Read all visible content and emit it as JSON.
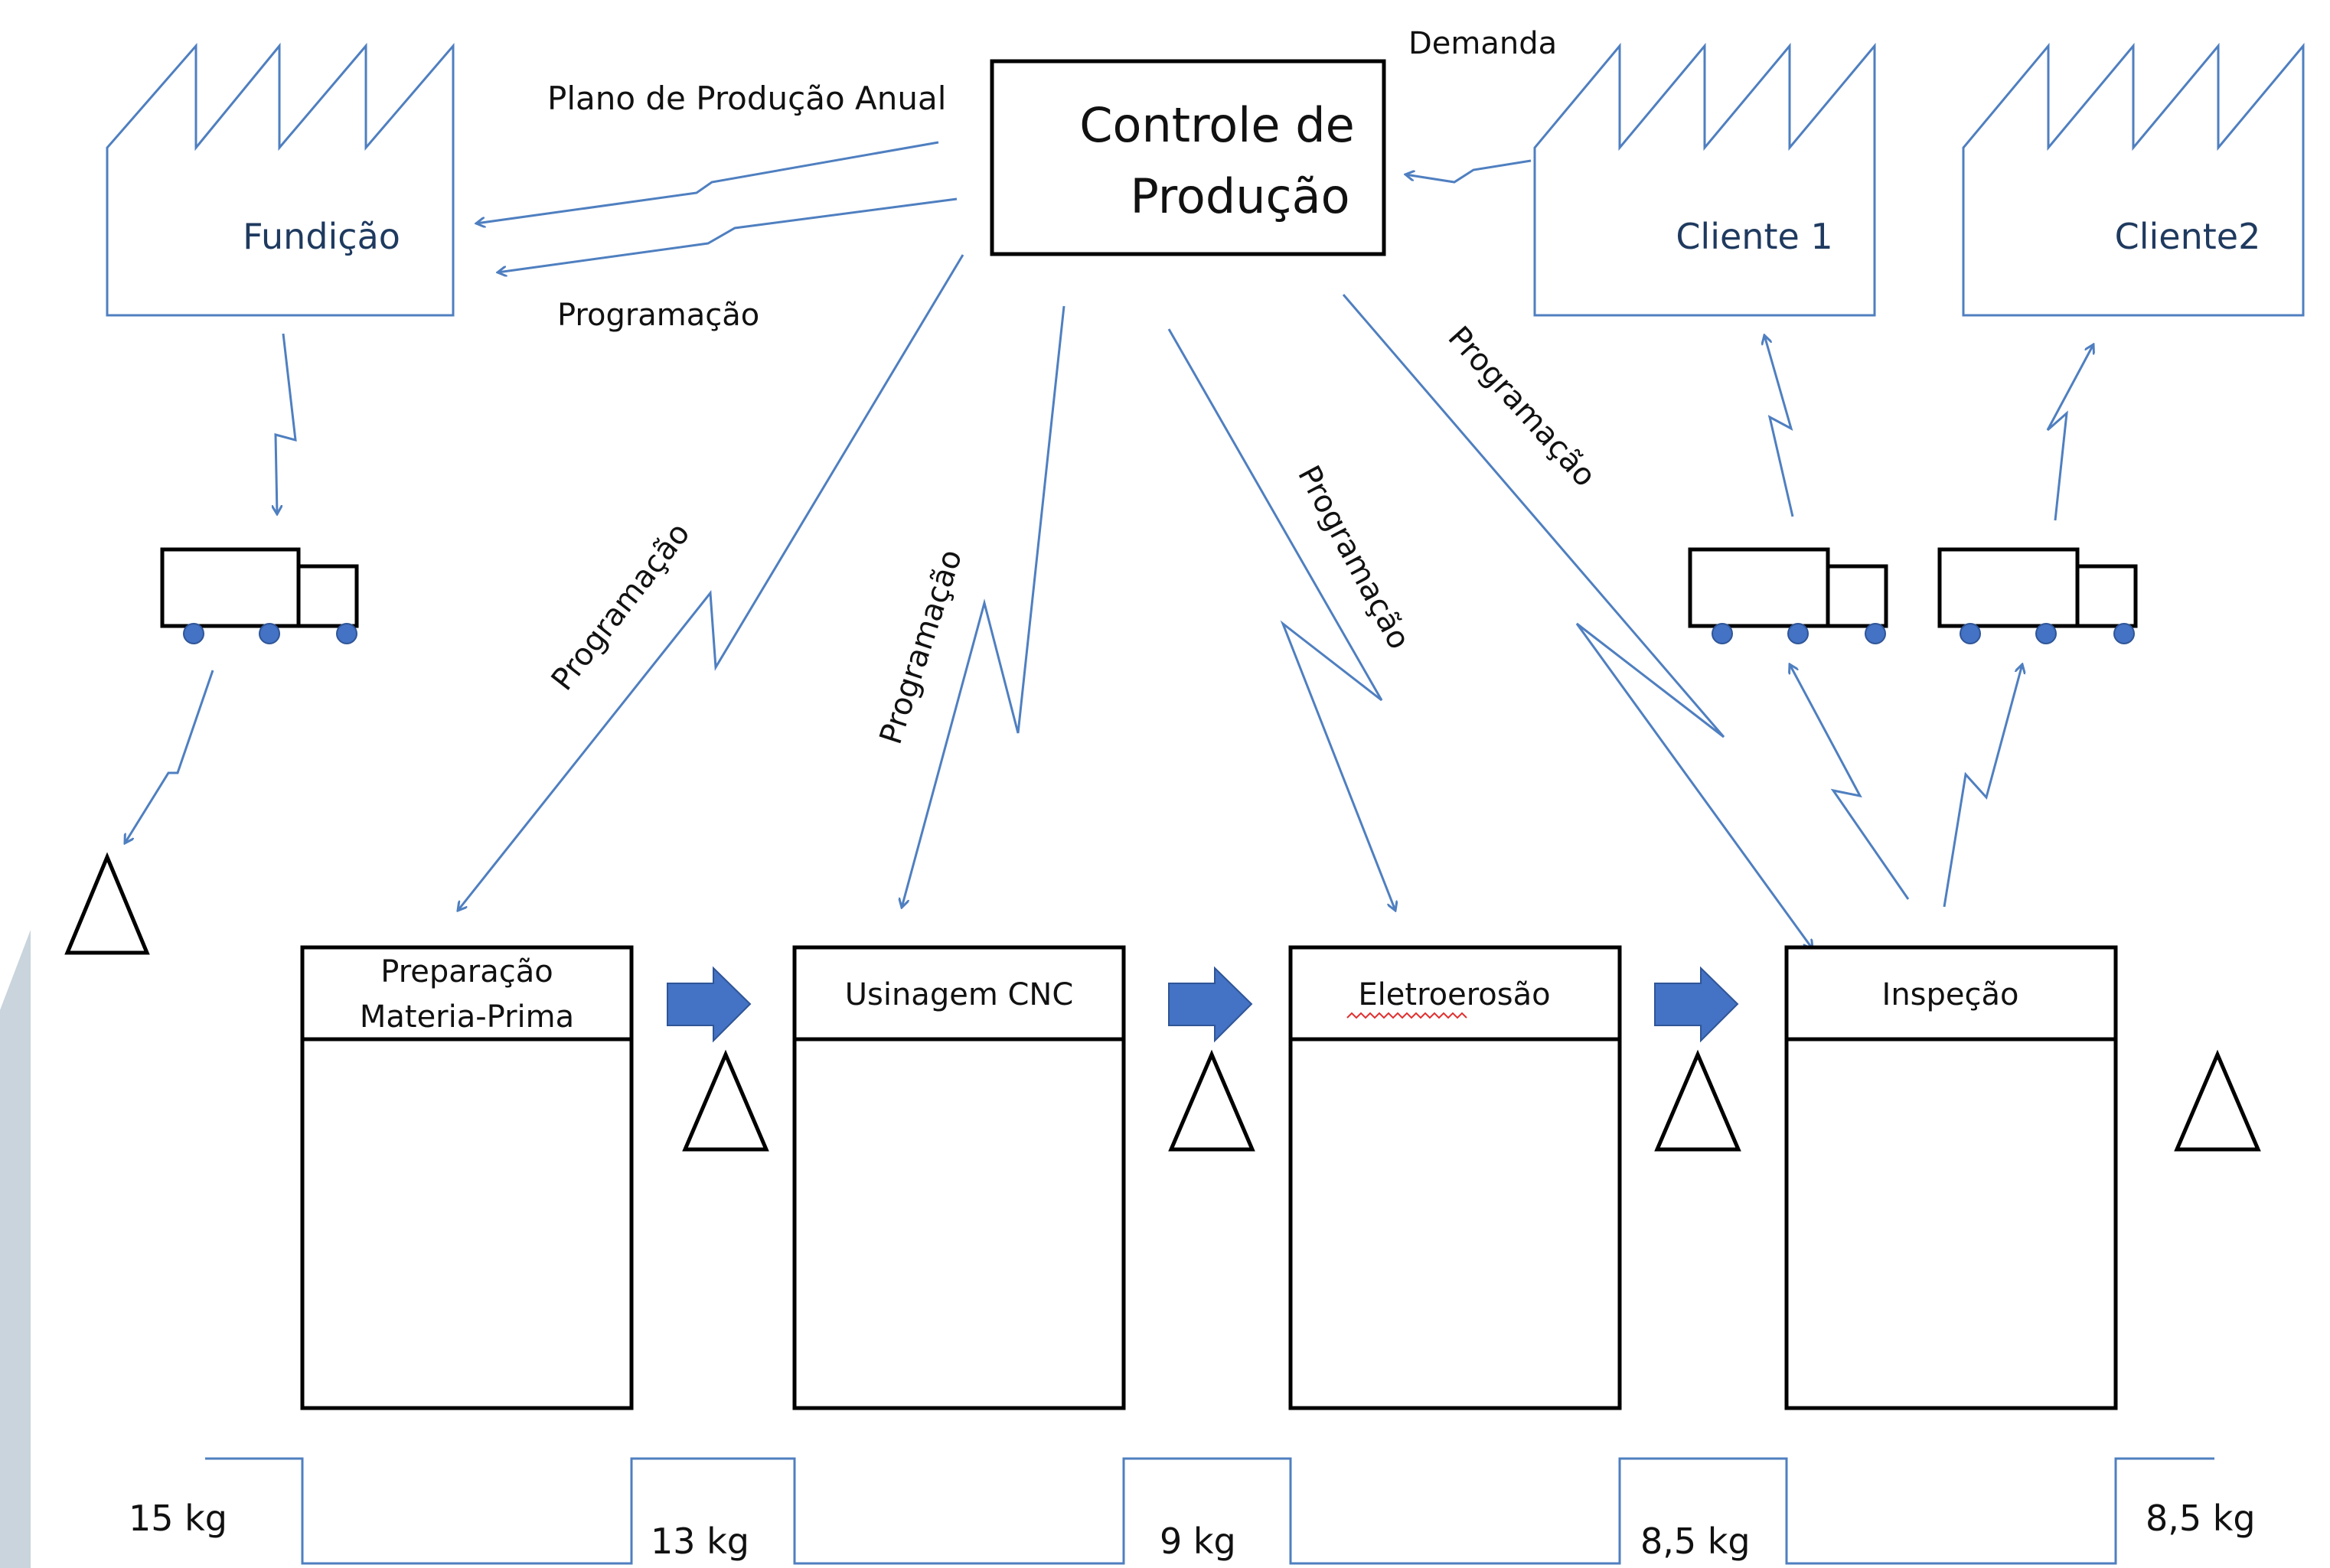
{
  "controle": {
    "line1": "Controle de",
    "line2": "Produção"
  },
  "factories": {
    "fundicao": "Fundição",
    "cliente1": "Cliente 1",
    "cliente2": "Cliente2"
  },
  "flows": {
    "plano_anual": "Plano de Produção Anual",
    "programacao_fundicao": "Programação",
    "demanda": "Demanda",
    "prog_preparacao": "Programação",
    "prog_usinagem": "Programação",
    "prog_eletroerosao": "Programação",
    "prog_inspecao": "Programação"
  },
  "processes": [
    {
      "line1": "Preparação",
      "line2": "Materia-Prima"
    },
    {
      "line1": "Usinagem CNC",
      "line2": ""
    },
    {
      "line1": "Eletroerosão",
      "line2": ""
    },
    {
      "line1": "Inspeção",
      "line2": ""
    }
  ],
  "inventories": [
    "15 kg",
    "13 kg",
    "9 kg",
    "8,5 kg",
    "8,5 kg"
  ],
  "colors": {
    "info_flow": "#4f7fc0",
    "push_arrow": "#4472c4",
    "sidebar": "#c9d4dd"
  }
}
